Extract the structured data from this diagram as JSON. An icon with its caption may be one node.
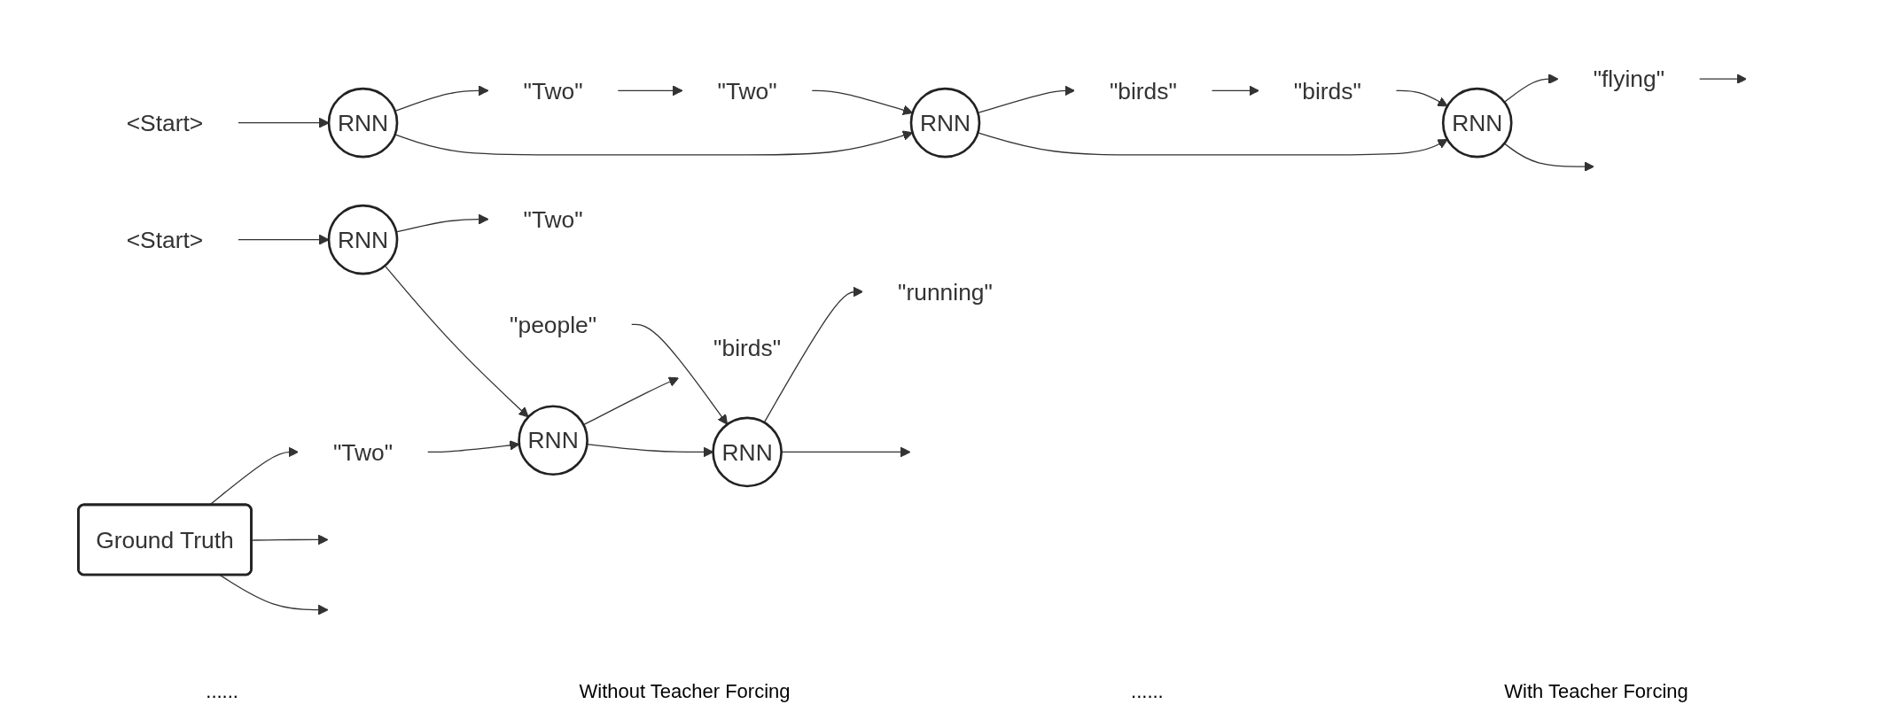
{
  "diagram": {
    "nodes": [
      {
        "text": [
          "\"Two\""
        ]
      },
      {
        "text": [
          "RNN"
        ]
      },
      {
        "text": [
          "<Start>"
        ]
      },
      {
        "text": [
          "\"birds\""
        ]
      },
      {
        "text": [
          "RNN"
        ]
      },
      {
        "text": [
          "\"Two\""
        ]
      },
      {
        "text": [
          "\"flying\""
        ]
      },
      {
        "text": [
          "RNN"
        ]
      },
      {
        "text": [
          "\"birds\""
        ]
      },
      {
        "text": [
          "\"Two\""
        ]
      },
      {
        "text": [
          "RNN"
        ]
      },
      {
        "text": [
          "<Start>"
        ]
      },
      {
        "text": [
          "\"birds\""
        ]
      },
      {
        "text": [
          "RNN"
        ]
      },
      {
        "text": [
          "\"Two\""
        ]
      },
      {
        "text": [
          "\"running\""
        ]
      },
      {
        "text": [
          "RNN"
        ]
      },
      {
        "text": [
          "\"people\""
        ]
      },
      {
        "text": [
          "Ground Truth"
        ]
      }
    ],
    "edges": [
      {
        "from": 2,
        "to": 1,
        "arrow": "to"
      },
      {
        "from": 1,
        "to": 0,
        "arrow": "to"
      },
      {
        "from": 1,
        "to": 4,
        "arrow": "to"
      },
      {
        "from": 0,
        "to": 5,
        "arrow": "to"
      },
      {
        "from": 5,
        "to": 4,
        "arrow": "to"
      },
      {
        "from": 4,
        "to": 3,
        "arrow": "to"
      },
      {
        "from": 4,
        "to": 7,
        "arrow": "to"
      },
      {
        "from": 3,
        "to": 8,
        "arrow": "to"
      },
      {
        "from": 8,
        "to": 7,
        "arrow": "to"
      },
      {
        "from": 7,
        "to": 6,
        "arrow": "to"
      },
      {
        "from": 7,
        "to": null,
        "arrow": "to"
      },
      {
        "from": 6,
        "to": null,
        "arrow": "to"
      },
      {
        "from": 11,
        "to": 10,
        "arrow": "to"
      },
      {
        "from": 10,
        "to": 9,
        "arrow": "to"
      },
      {
        "from": 10,
        "to": 13,
        "arrow": "to"
      },
      {
        "from": 14,
        "to": 13,
        "arrow": "to"
      },
      {
        "from": 13,
        "to": 12,
        "arrow": "to"
      },
      {
        "from": 13,
        "to": 16,
        "arrow": "to"
      },
      {
        "from": 17,
        "to": 16,
        "arrow": "to"
      },
      {
        "from": 16,
        "to": 15,
        "arrow": "to"
      },
      {
        "from": 16,
        "to": null,
        "arrow": "to"
      },
      {
        "from": 18,
        "to": 14,
        "arrow": "to"
      },
      {
        "from": 18,
        "to": null,
        "arrow": "to"
      },
      {
        "from": 18,
        "to": null,
        "arrow": "to"
      }
    ],
    "labels": [
      "......",
      "Without Teacher Forcing",
      "......",
      "With Teacher Forcing"
    ]
  }
}
